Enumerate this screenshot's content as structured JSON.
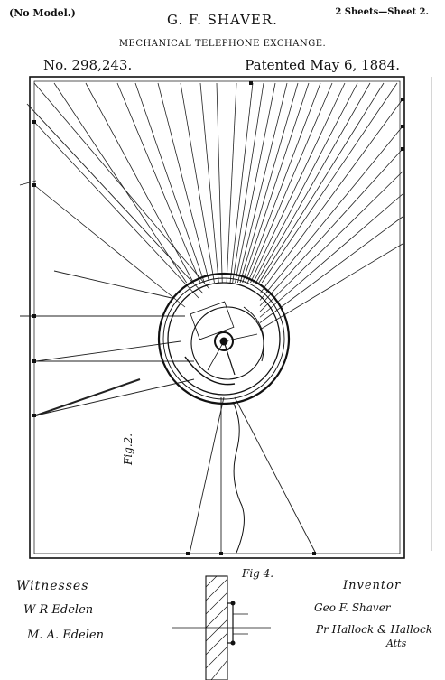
{
  "header": {
    "model_note": "(No Model.)",
    "sheet_note": "2 Sheets—Sheet 2.",
    "inventor": "G. F. SHAVER.",
    "title": "MECHANICAL TELEPHONE EXCHANGE.",
    "patent_number": "No. 298,243.",
    "patent_date": "Patented May 6, 1884."
  },
  "figures": {
    "fig2_label": "Fig.2.",
    "fig4_label": "Fig 4."
  },
  "signatures": {
    "witnesses_label": "Witnesses",
    "witness_1": "W R Edelen",
    "witness_2": "M. A. Edelen",
    "inventor_label": "Inventor",
    "inventor_signature": "Geo F. Shaver",
    "attorney_signature": "Pr Hallock & Hallock",
    "attorney_suffix": "Atts"
  }
}
